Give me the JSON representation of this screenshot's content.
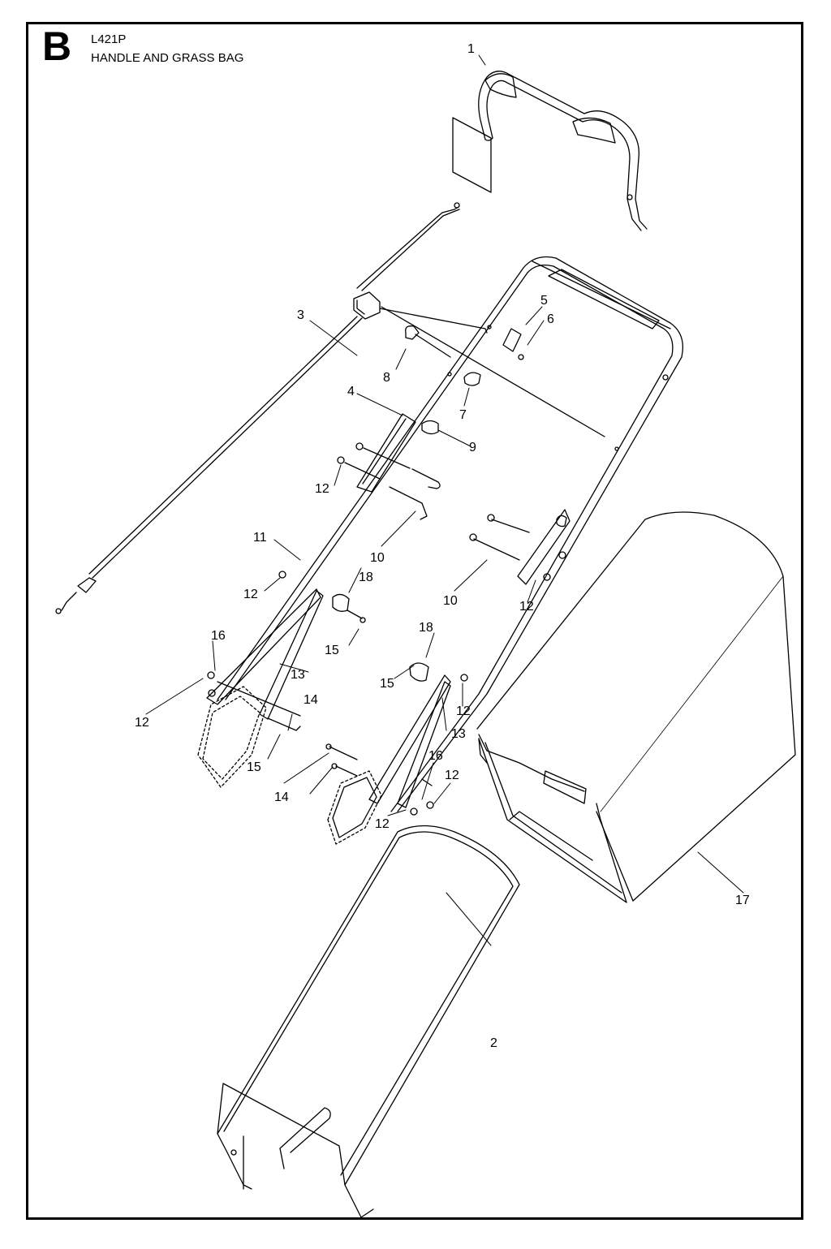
{
  "header": {
    "section_letter": "B",
    "model": "L421P",
    "title": "HANDLE AND GRASS BAG"
  },
  "callouts": [
    {
      "id": "c1",
      "label": "1"
    },
    {
      "id": "c2",
      "label": "2"
    },
    {
      "id": "c3",
      "label": "3"
    },
    {
      "id": "c4",
      "label": "4"
    },
    {
      "id": "c5",
      "label": "5"
    },
    {
      "id": "c6",
      "label": "6"
    },
    {
      "id": "c7",
      "label": "7"
    },
    {
      "id": "c8",
      "label": "8"
    },
    {
      "id": "c9",
      "label": "9"
    },
    {
      "id": "c10a",
      "label": "10"
    },
    {
      "id": "c10b",
      "label": "10"
    },
    {
      "id": "c11",
      "label": "11"
    },
    {
      "id": "c12a",
      "label": "12"
    },
    {
      "id": "c12b",
      "label": "12"
    },
    {
      "id": "c12c",
      "label": "12"
    },
    {
      "id": "c12d",
      "label": "12"
    },
    {
      "id": "c12e",
      "label": "12"
    },
    {
      "id": "c12f",
      "label": "12"
    },
    {
      "id": "c12g",
      "label": "12"
    },
    {
      "id": "c13a",
      "label": "13"
    },
    {
      "id": "c13b",
      "label": "13"
    },
    {
      "id": "c14a",
      "label": "14"
    },
    {
      "id": "c14b",
      "label": "14"
    },
    {
      "id": "c15a",
      "label": "15"
    },
    {
      "id": "c15b",
      "label": "15"
    },
    {
      "id": "c15c",
      "label": "15"
    },
    {
      "id": "c16a",
      "label": "16"
    },
    {
      "id": "c16b",
      "label": "16"
    },
    {
      "id": "c17",
      "label": "17"
    },
    {
      "id": "c18a",
      "label": "18"
    },
    {
      "id": "c18b",
      "label": "18"
    }
  ]
}
